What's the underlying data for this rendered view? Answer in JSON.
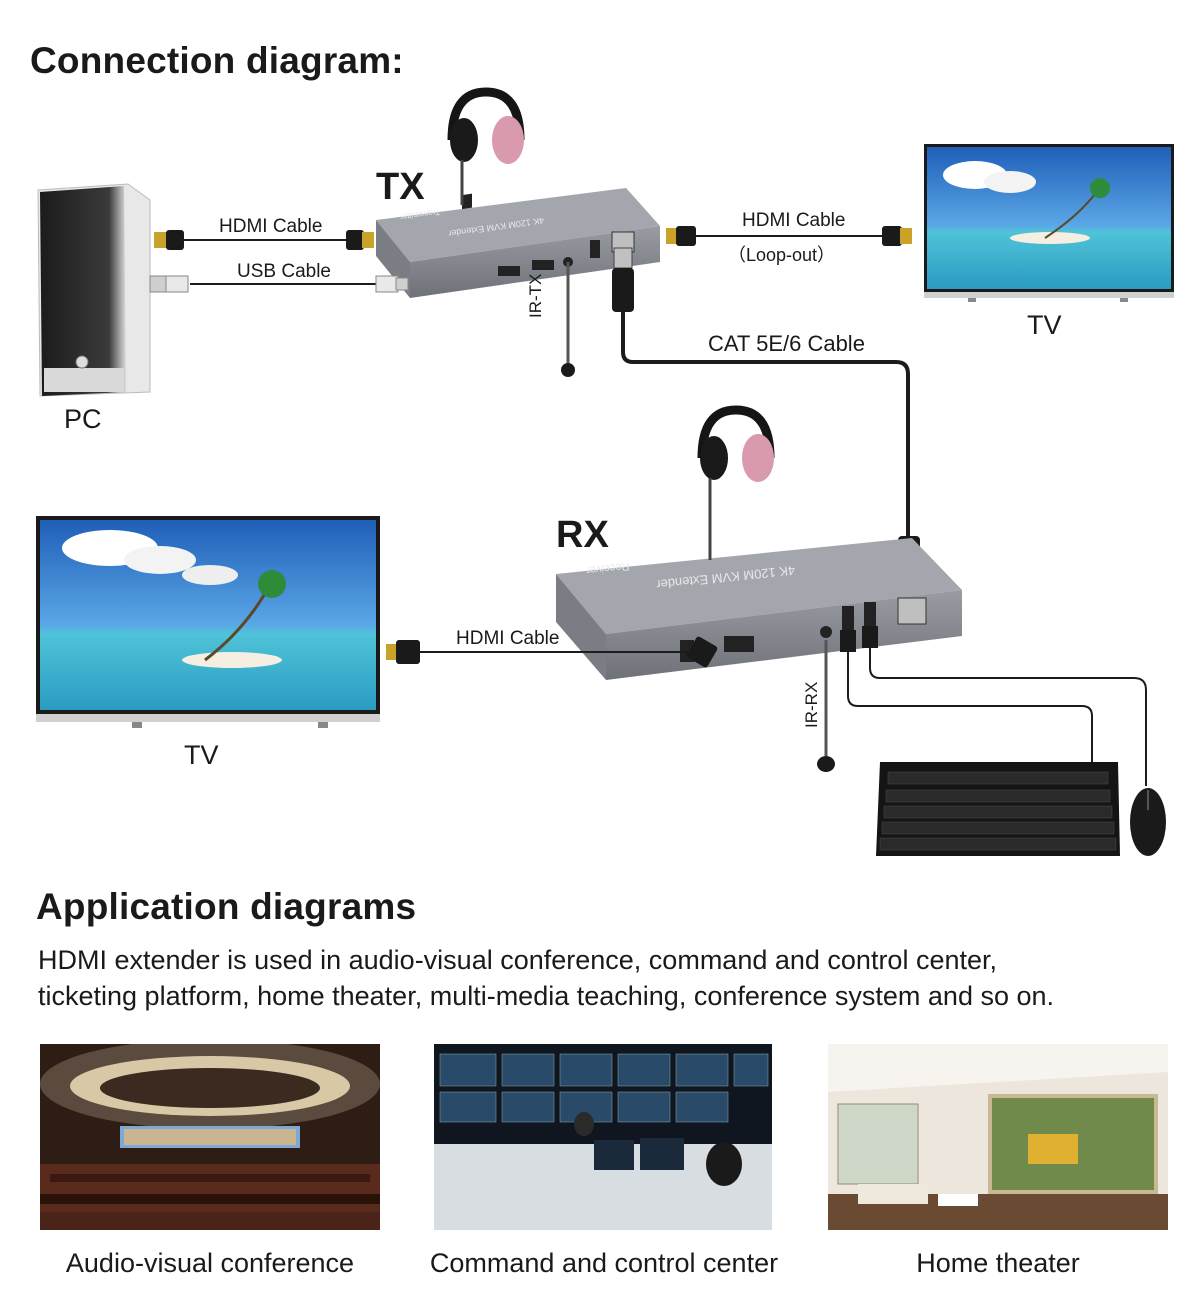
{
  "connection": {
    "title": "Connection diagram:",
    "tx_label": "TX",
    "rx_label": "RX",
    "pc_label": "PC",
    "tv_right_label": "TV",
    "tv_left_label": "TV",
    "hdmi_cable_pc": "HDMI Cable",
    "usb_cable": "USB Cable",
    "hdmi_cable_loop": "HDMI Cable",
    "loop_out": "（Loop-out）",
    "cat_cable": "CAT 5E/6 Cable",
    "hdmi_cable_rx": "HDMI Cable",
    "ir_tx": "IR-TX",
    "ir_rx": "IR-RX",
    "tx_device_text": "4K 120M KVM Extender",
    "tx_device_sub": "Transmitter",
    "rx_device_text": "4K 120M KVM Extender",
    "rx_device_sub": "Receiver"
  },
  "application": {
    "title": "Application diagrams",
    "description_line1": "HDMI extender is used in audio-visual conference, command and control center,",
    "description_line2": "ticketing platform, home theater, multi-media teaching, conference system and so on.",
    "captions": [
      "Audio-visual conference",
      "Command and control center",
      "Home theater"
    ]
  },
  "colors": {
    "device_gray": "#8d8f97",
    "cable": "#1c1c1c",
    "sky": "#2f7fd0",
    "headphone_pink": "#d99aae"
  }
}
